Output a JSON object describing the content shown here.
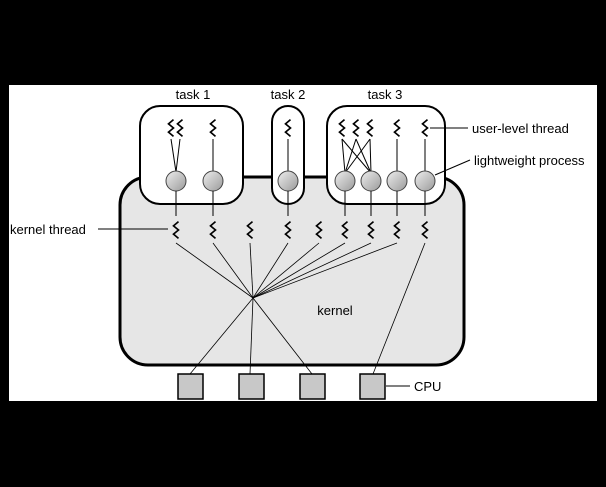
{
  "labels": {
    "task1": "task 1",
    "task2": "task 2",
    "task3": "task 3",
    "user_level_thread": "user-level thread",
    "lightweight_process": "lightweight process",
    "kernel_thread": "kernel thread",
    "kernel": "kernel",
    "cpu": "CPU"
  },
  "colors": {
    "frame": "#000000",
    "panel": "#ffffff",
    "kernel_fill": "#e6e6e6",
    "lwp_fill": "#c8c8c8",
    "cpu_fill": "#c8c8c8"
  },
  "icons": {
    "thread": "squiggle-thread-icon",
    "lwp": "circle-node-icon",
    "cpu": "square-cpu-icon"
  }
}
